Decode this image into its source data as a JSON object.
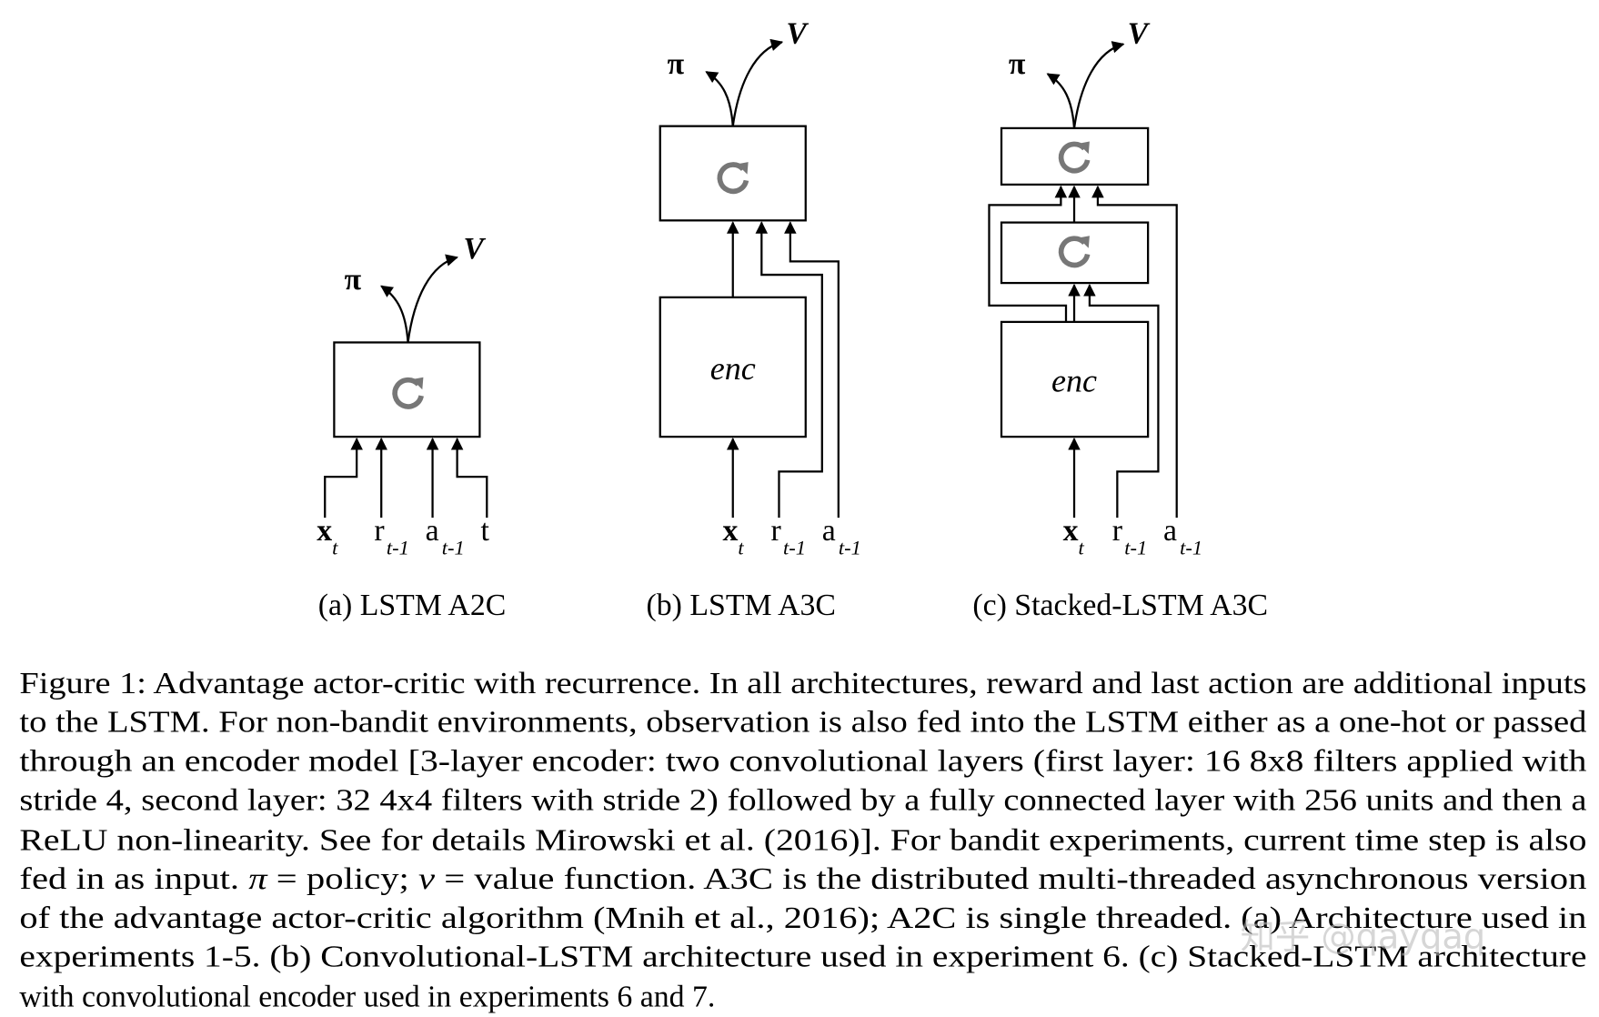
{
  "figure": {
    "panels": [
      {
        "caption": "(a) LSTM A2C",
        "inputs": [
          "x",
          "r",
          "a",
          "t"
        ],
        "subscripts": [
          "t",
          "t-1",
          "t-1",
          ""
        ]
      },
      {
        "caption": "(b) LSTM A3C",
        "inputs": [
          "x",
          "r",
          "a"
        ],
        "subscripts": [
          "t",
          "t-1",
          "t-1"
        ]
      },
      {
        "caption": "(c) Stacked-LSTM A3C",
        "inputs": [
          "x",
          "r",
          "a"
        ],
        "subscripts": [
          "t",
          "t-1",
          "t-1"
        ]
      }
    ],
    "output_policy": "π",
    "output_value": "V",
    "encoder_label": "enc",
    "recurrent_icon": "refresh-icon",
    "icon_color": "#777777"
  },
  "caption": {
    "lines": [
      "Figure 1: Advantage actor-critic with recurrence. In all architectures, reward and last action are additional inputs",
      "to the LSTM. For non-bandit environments, observation is also fed into the LSTM either as a one-hot or passed",
      "through an encoder model [3-layer encoder: two convolutional layers (first layer: 16 8x8 filters applied with",
      "stride 4, second layer: 32 4x4 filters with stride 2) followed by a fully connected layer with 256 units and then a",
      "ReLU non-linearity. See for details Mirowski et al. (2016)]. For bandit experiments, current time step is also",
      [
        "fed in as input. ",
        "π",
        " = policy; ",
        "v",
        " = value function. A3C is the distributed multi-threaded asynchronous version"
      ],
      "of the advantage actor-critic algorithm (Mnih et al., 2016); A2C is single threaded. (a) Architecture used in",
      "experiments 1-5. (b) Convolutional-LSTM architecture used in experiment 6. (c) Stacked-LSTM architecture",
      "with convolutional encoder used in experiments 6 and 7."
    ]
  },
  "watermark": "知乎 @qayqaq"
}
